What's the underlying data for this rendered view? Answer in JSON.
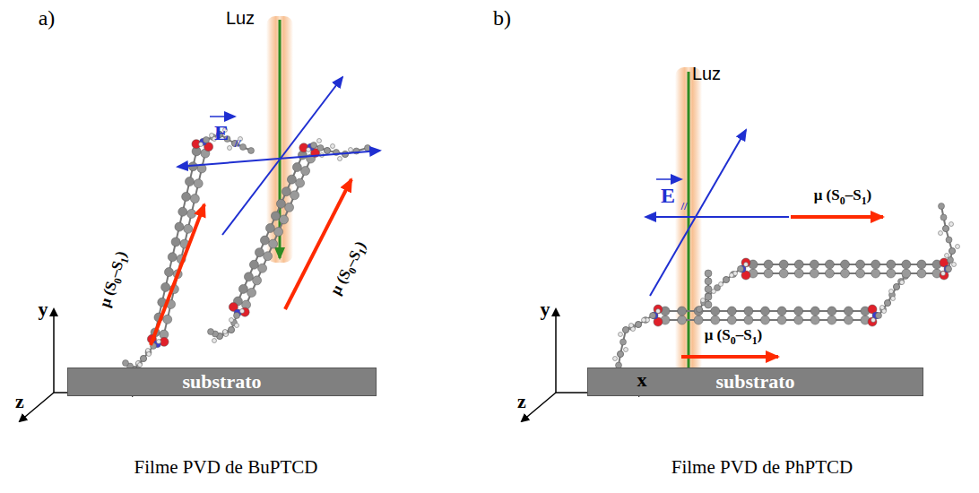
{
  "diagram": {
    "nodes": [
      {
        "text": [
          "substrato"
        ]
      },
      {
        "text": [
          "substrato"
        ]
      }
    ],
    "labels": [
      "a)",
      "b)",
      "Luz",
      "Luz",
      "E",
      "//",
      "E",
      "//",
      "μ (S0–S1)",
      "μ (S0–S1)",
      "μ (S0–S1)",
      "μ (S0–S1)",
      "y",
      "z",
      "y",
      "z",
      "x",
      "Filme PVD de BuPTCD",
      "Filme PVD de PhPTCD"
    ]
  }
}
